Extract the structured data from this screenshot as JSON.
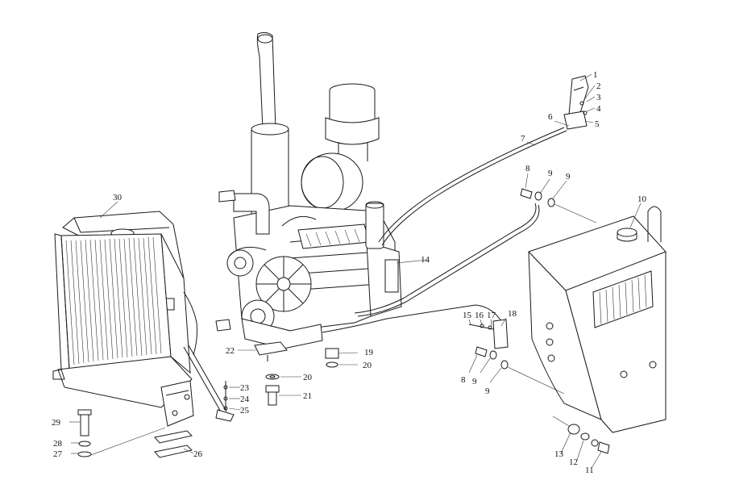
{
  "diagram": {
    "callouts": [
      {
        "id": "c1",
        "text": "1"
      },
      {
        "id": "c2",
        "text": "2"
      },
      {
        "id": "c3",
        "text": "3"
      },
      {
        "id": "c4",
        "text": "4"
      },
      {
        "id": "c5",
        "text": "5"
      },
      {
        "id": "c6",
        "text": "6"
      },
      {
        "id": "c7",
        "text": "7"
      },
      {
        "id": "c8a",
        "text": "8"
      },
      {
        "id": "c8b",
        "text": "8"
      },
      {
        "id": "c9a",
        "text": "9"
      },
      {
        "id": "c9b",
        "text": "9"
      },
      {
        "id": "c9c",
        "text": "9"
      },
      {
        "id": "c9d",
        "text": "9"
      },
      {
        "id": "c10",
        "text": "10"
      },
      {
        "id": "c11",
        "text": "11"
      },
      {
        "id": "c12",
        "text": "12"
      },
      {
        "id": "c13",
        "text": "13"
      },
      {
        "id": "c14",
        "text": "14"
      },
      {
        "id": "c15",
        "text": "15"
      },
      {
        "id": "c16",
        "text": "16"
      },
      {
        "id": "c17",
        "text": "17"
      },
      {
        "id": "c18",
        "text": "18"
      },
      {
        "id": "c19",
        "text": "19"
      },
      {
        "id": "c20a",
        "text": "20"
      },
      {
        "id": "c20b",
        "text": "20"
      },
      {
        "id": "c21",
        "text": "21"
      },
      {
        "id": "c22",
        "text": "22"
      },
      {
        "id": "c23",
        "text": "23"
      },
      {
        "id": "c24",
        "text": "24"
      },
      {
        "id": "c25",
        "text": "25"
      },
      {
        "id": "c26",
        "text": "26"
      },
      {
        "id": "c27",
        "text": "27"
      },
      {
        "id": "c28",
        "text": "28"
      },
      {
        "id": "c29",
        "text": "29"
      },
      {
        "id": "c30",
        "text": "30"
      }
    ]
  }
}
